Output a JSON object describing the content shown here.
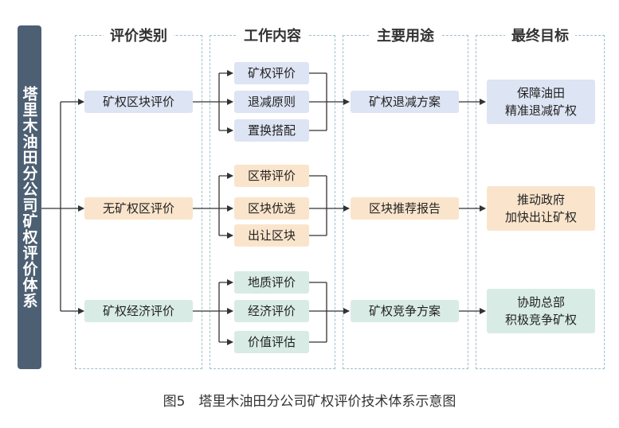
{
  "root": {
    "label": "塔里木油田分公司矿权评价体系"
  },
  "columns": [
    {
      "header": "评价类别"
    },
    {
      "header": "工作内容"
    },
    {
      "header": "主要用途"
    },
    {
      "header": "最终目标"
    }
  ],
  "categories": [
    {
      "label": "矿权区块评价",
      "color": "#dde4f3"
    },
    {
      "label": "无矿权区评价",
      "color": "#fae5cc"
    },
    {
      "label": "矿权经济评价",
      "color": "#d8ece5"
    }
  ],
  "work": [
    [
      "矿权评价",
      "退减原则",
      "置换搭配"
    ],
    [
      "区带评价",
      "区块优选",
      "出让区块"
    ],
    [
      "地质评价",
      "经济评价",
      "价值评估"
    ]
  ],
  "uses": [
    "矿权退减方案",
    "区块推荐报告",
    "矿权竞争方案"
  ],
  "goals": [
    [
      "保障油田",
      "精准退减矿权"
    ],
    [
      "推动政府",
      "加快出让矿权"
    ],
    [
      "协助总部",
      "积极竞争矿权"
    ]
  ],
  "caption": "图5　塔里木油田分公司矿权评价技术体系示意图"
}
